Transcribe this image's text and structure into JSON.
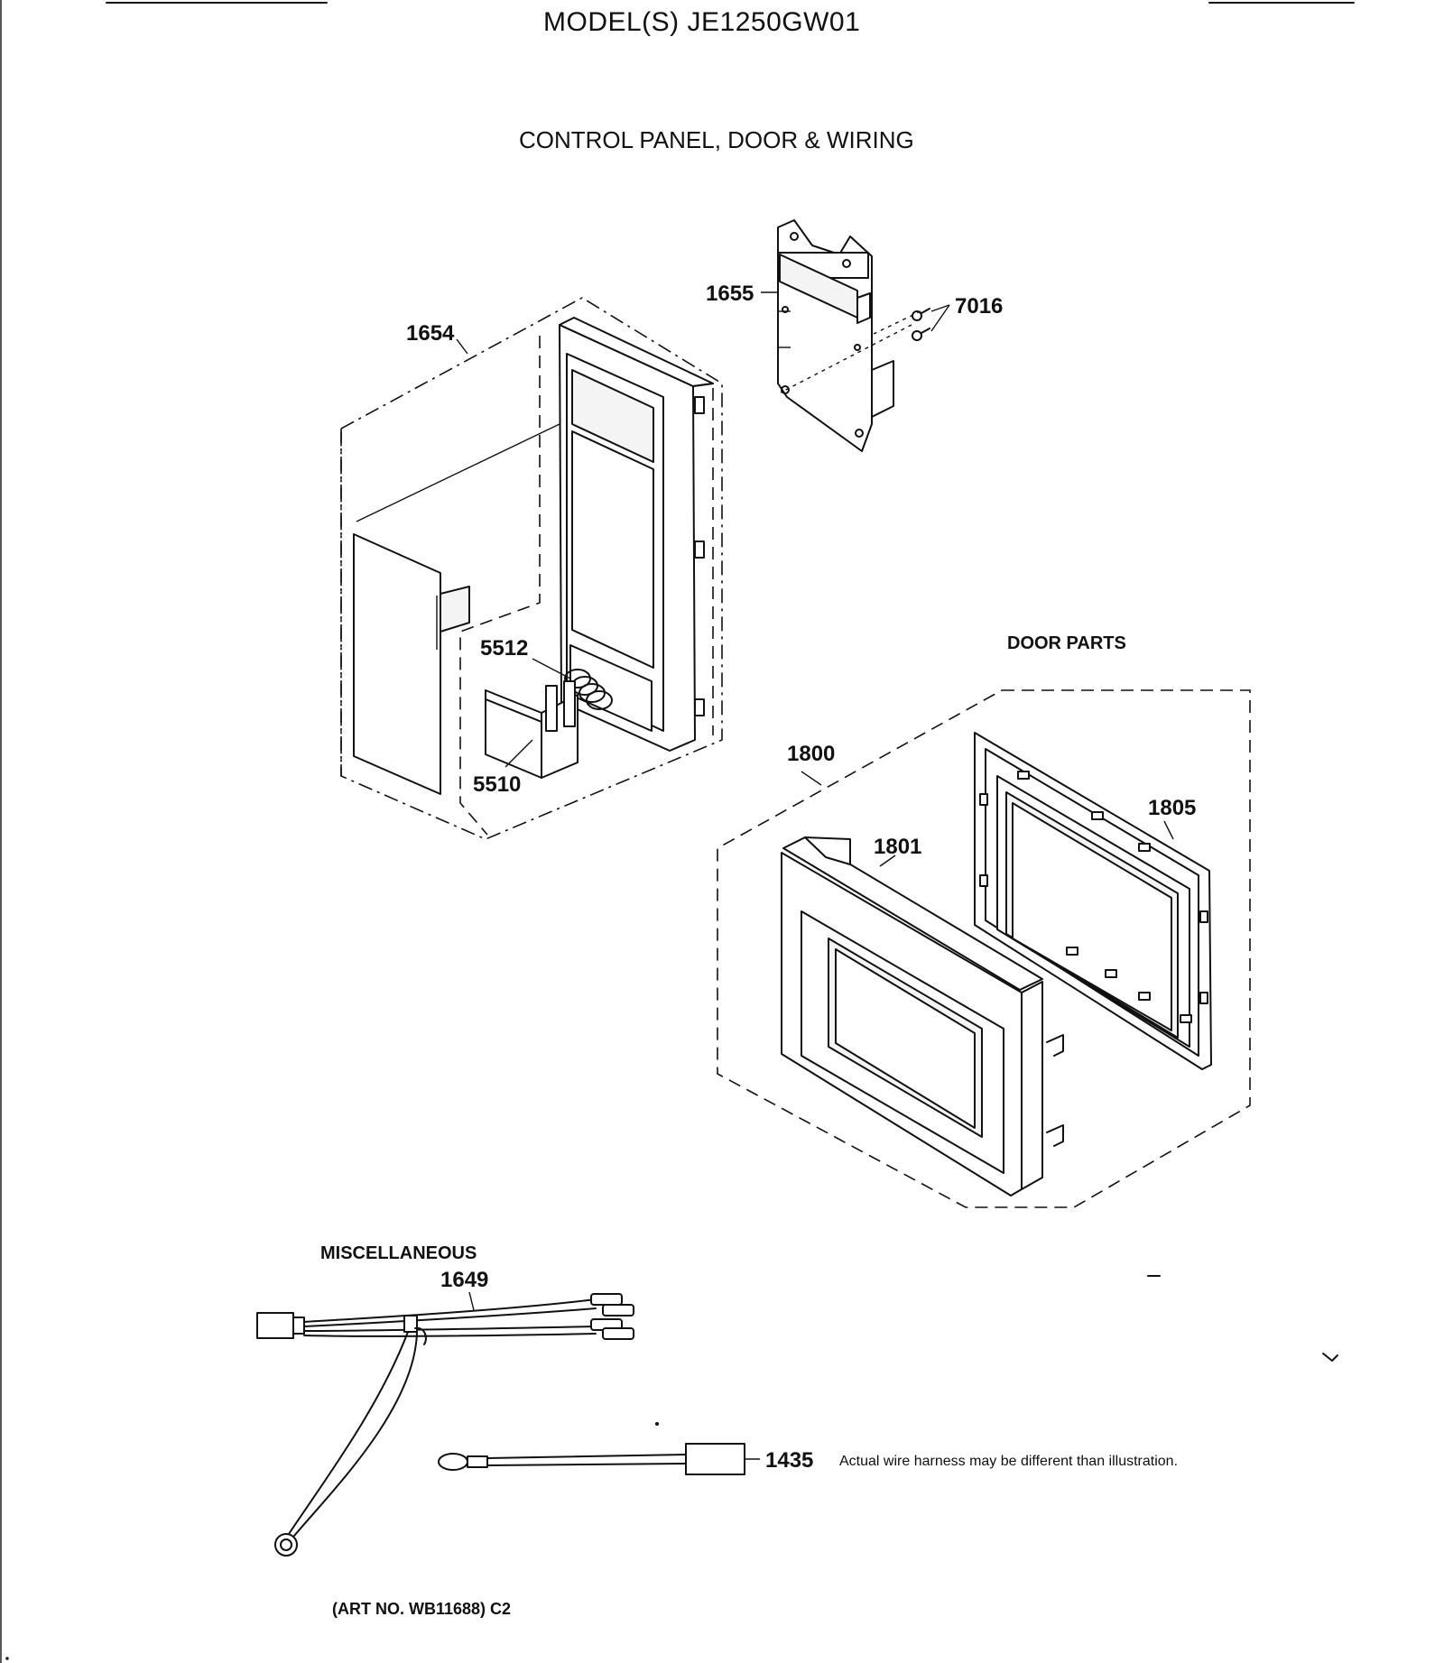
{
  "header": {
    "title": "MODEL(S) JE1250GW01",
    "subtitle": "CONTROL PANEL, DOOR & WIRING"
  },
  "sections": {
    "door_parts": "DOOR PARTS",
    "miscellaneous": "MISCELLANEOUS"
  },
  "callouts": {
    "p1654": "1654",
    "p1655": "1655",
    "p7016": "7016",
    "p5512": "5512",
    "p5510": "5510",
    "p1800": "1800",
    "p1805": "1805",
    "p1801": "1801",
    "p1649": "1649",
    "p1435": "1435"
  },
  "notes": {
    "harness": "Actual wire harness may be different than illustration."
  },
  "footer": {
    "art_number": "(ART NO. WB11688) C2"
  }
}
